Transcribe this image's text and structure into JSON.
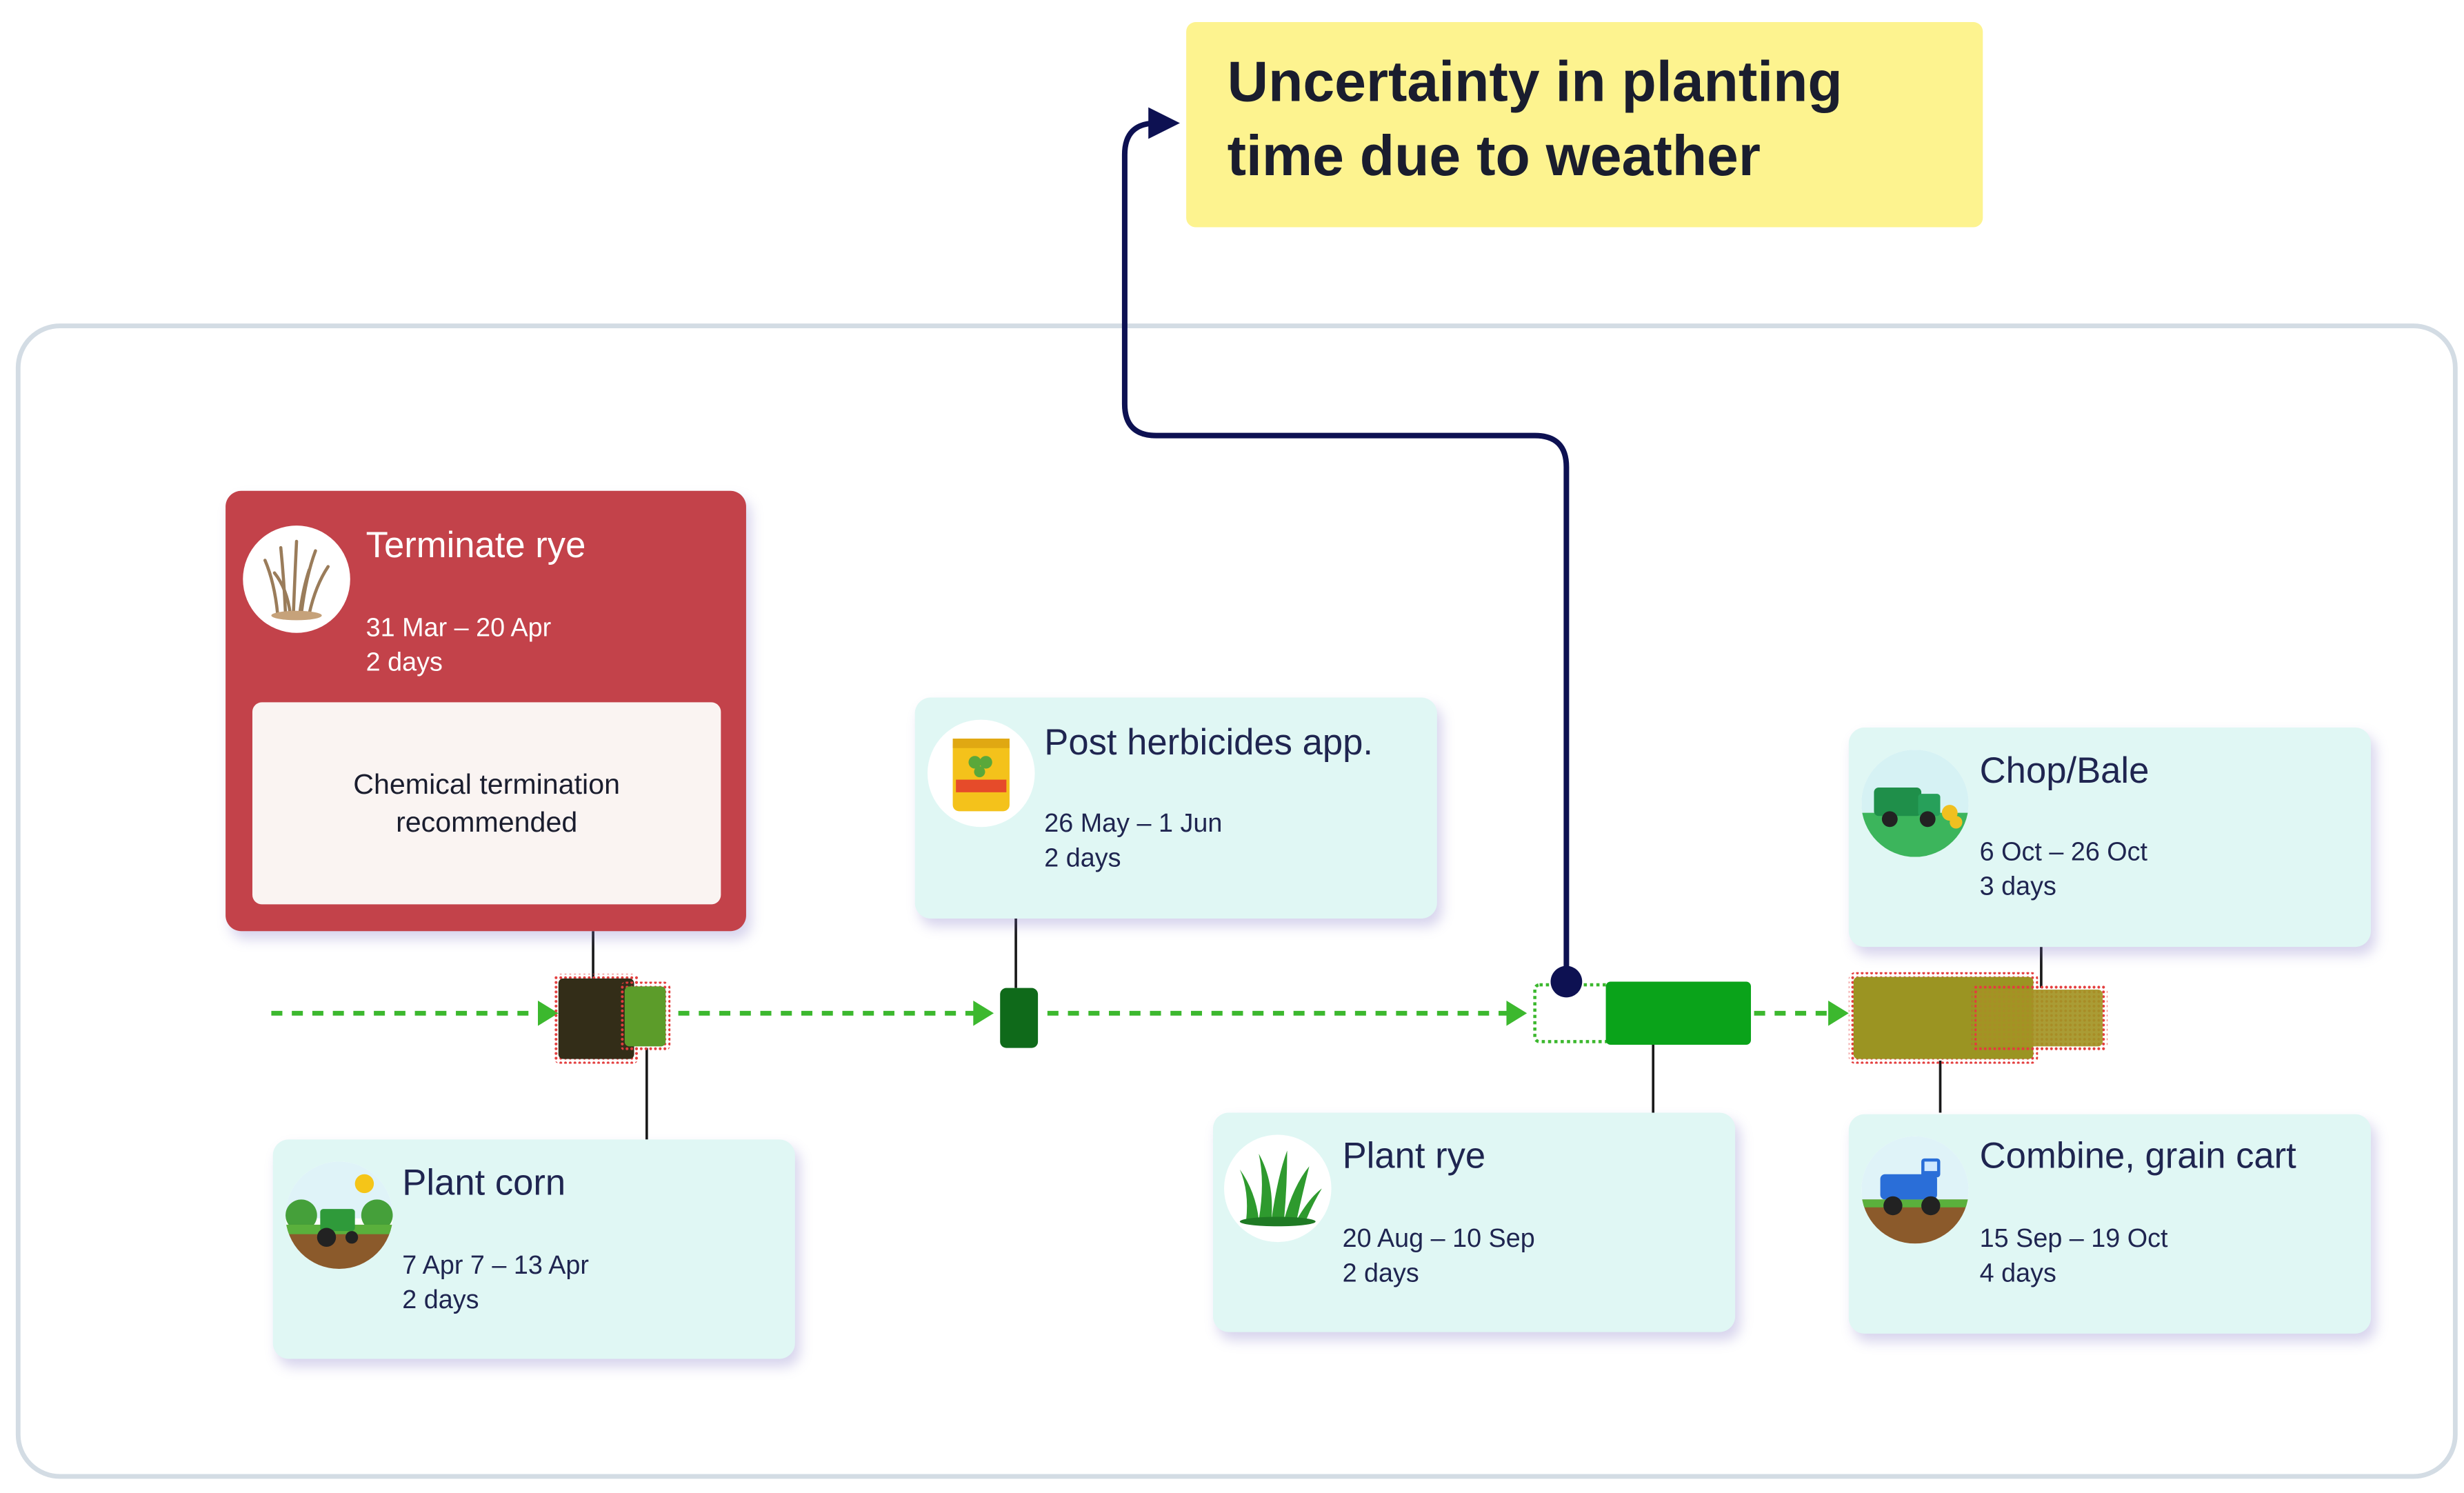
{
  "note": {
    "text": "Uncertainty in planting time due to weather"
  },
  "cards": {
    "terminate_rye": {
      "title": "Terminate rye",
      "dates": "31 Mar – 20 Apr",
      "duration": "2 days",
      "recommendation": "Chemical termination recommended",
      "icon": "dry-rye-icon"
    },
    "post_herbicides": {
      "title": "Post herbicides app.",
      "dates": "26 May – 1 Jun",
      "duration": "2 days",
      "icon": "herbicide-bag-icon"
    },
    "chop_bale": {
      "title": "Chop/Bale",
      "dates": "6 Oct – 26 Oct",
      "duration": "3 days",
      "icon": "baler-icon"
    },
    "plant_corn": {
      "title": "Plant corn",
      "dates": "7 Apr 7 – 13 Apr",
      "duration": "2 days",
      "icon": "tractor-field-icon"
    },
    "plant_rye": {
      "title": "Plant rye",
      "dates": "20 Aug – 10 Sep",
      "duration": "2 days",
      "icon": "grass-icon"
    },
    "combine": {
      "title": "Combine, grain cart",
      "dates": "15 Sep – 19 Oct",
      "duration": "4 days",
      "icon": "combine-truck-icon"
    }
  },
  "colors": {
    "terminate_card": "#c3424a",
    "card_bg": "#e0f7f4",
    "note_bg": "#fdf38f",
    "timeline_arrow": "#3cb82e",
    "connector": "#0d1152"
  }
}
